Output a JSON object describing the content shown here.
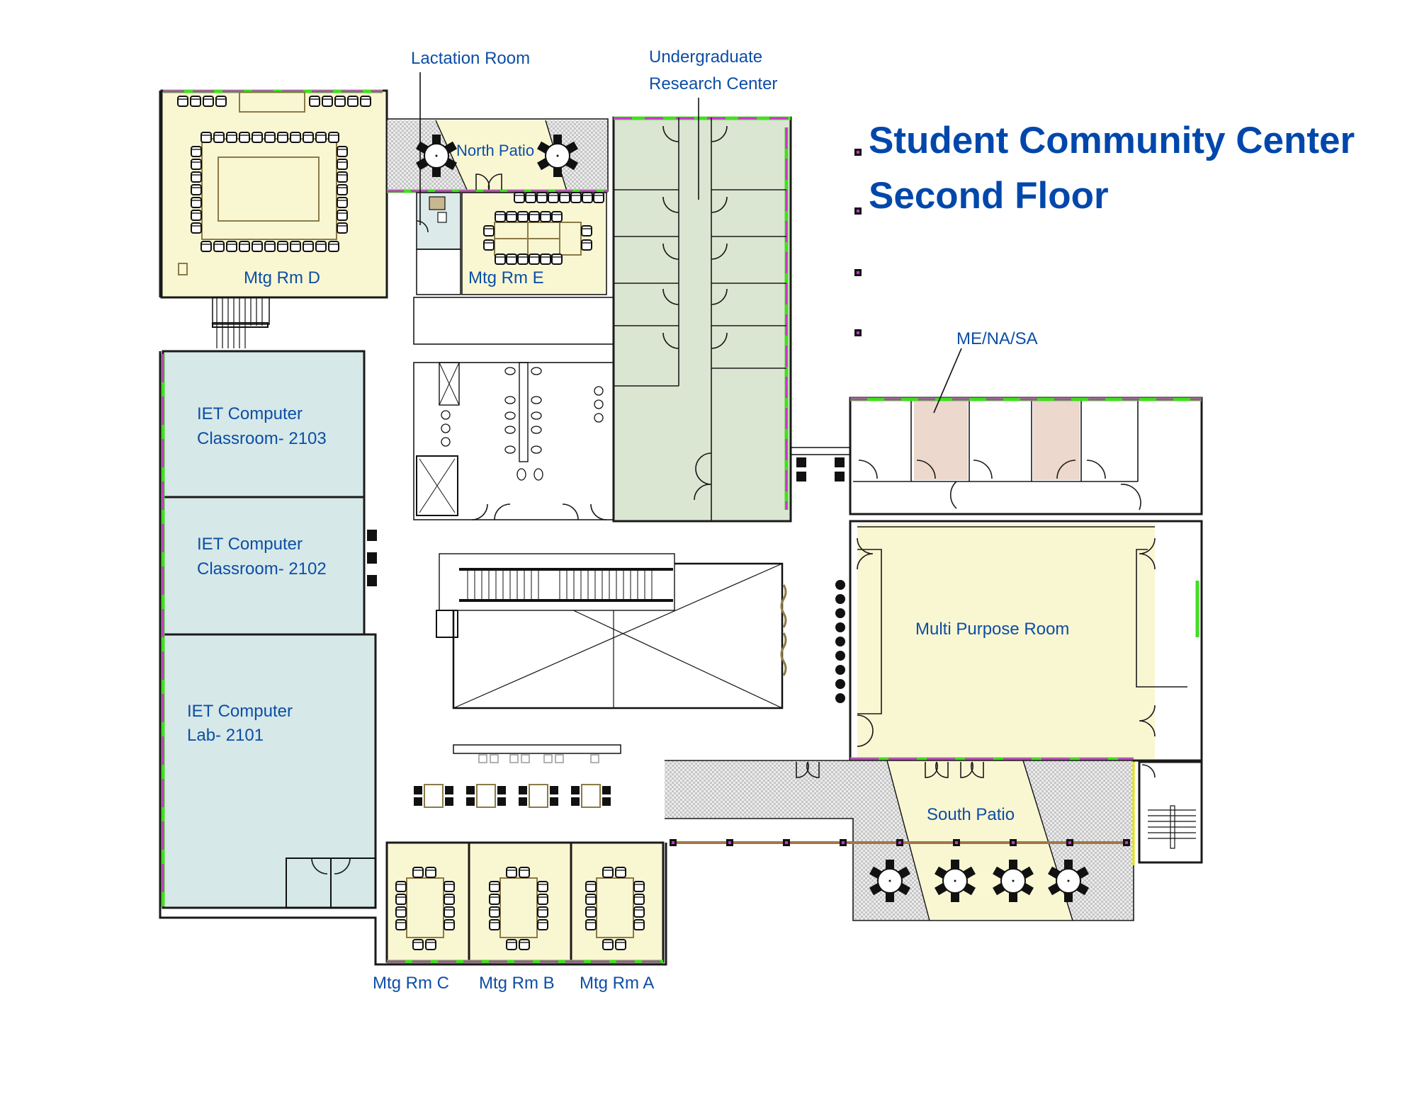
{
  "title": {
    "line1": "Student Community Center",
    "line2": "Second Floor"
  },
  "colors": {
    "title_text": "#0047ab",
    "label_text": "#0d4ea6",
    "meeting_room_fill": "#f9f7d2",
    "computer_room_fill": "#d6e8e8",
    "research_center_fill": "#dae6d2",
    "me_na_sa_fill": "#ecd8cc",
    "lactation_fill": "#dceaea",
    "patio_hatch": "#c8c8c8",
    "window_glass": "#cc33cc",
    "window_frame": "#44dd22",
    "wall": "#1a1a1a",
    "railing": "#a0784a"
  },
  "rooms": {
    "lactation_room": "Lactation Room",
    "undergrad_line1": "Undergraduate",
    "undergrad_line2": "Research Center",
    "north_patio": "North Patio",
    "mtg_rm_d": "Mtg Rm D",
    "mtg_rm_e": "Mtg Rm E",
    "me_na_sa": "ME/NA/SA",
    "iet_2103_line1": "IET Computer",
    "iet_2103_line2": "Classroom- 2103",
    "iet_2102_line1": "IET Computer",
    "iet_2102_line2": "Classroom- 2102",
    "iet_2101_line1": "IET Computer",
    "iet_2101_line2": "Lab- 2101",
    "multi_purpose": "Multi Purpose Room",
    "south_patio": "South Patio",
    "mtg_rm_c": "Mtg Rm C",
    "mtg_rm_b": "Mtg Rm B",
    "mtg_rm_a": "Mtg Rm A"
  }
}
